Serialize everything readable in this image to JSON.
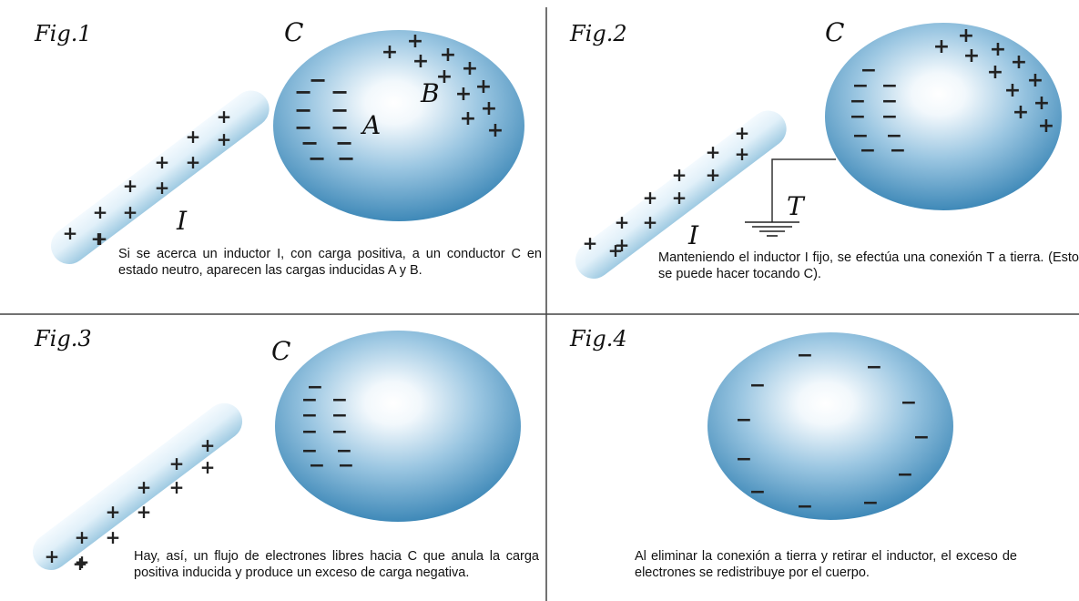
{
  "figures": [
    {
      "label": "Fig.1",
      "conductor_label": "C",
      "inductor_label": "I",
      "induced_negative_label": "A",
      "induced_positive_label": "B",
      "caption": "Si se acerca un inductor I, con carga positiva, a un conductor C en estado neutro, aparecen las cargas inducidas A y B."
    },
    {
      "label": "Fig.2",
      "conductor_label": "C",
      "inductor_label": "I",
      "ground_label": "T",
      "caption": "Manteniendo el inductor I fijo, se efectúa una conexión T a tierra. (Esto se puede hacer tocando C)."
    },
    {
      "label": "Fig.3",
      "conductor_label": "C",
      "caption": "Hay, así, un flujo de electrones libres hacia C que anula la carga positiva inducida y produce un exceso de carga negativa."
    },
    {
      "label": "Fig.4",
      "caption": "Al eliminar la conexión a tierra y retirar el inductor, el exceso de electrones se redistribuye por el cuerpo."
    }
  ],
  "symbols": {
    "positive": "+",
    "negative": "−"
  },
  "colors": {
    "sphere_light": "#ffffff",
    "sphere_dark": "#3f89b8",
    "rod_light": "#f4fafe",
    "rod_dark": "#9fcae2",
    "divider": "#444444"
  }
}
